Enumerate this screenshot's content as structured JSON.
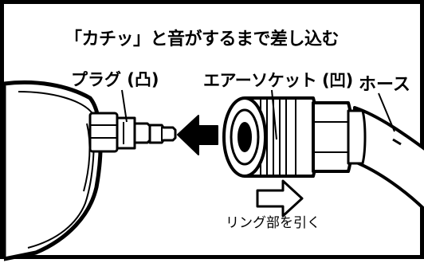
{
  "title": "「カチッ」と音がするまで差し込む",
  "labels": {
    "plug": "プラグ (凸)",
    "socket": "エアーソケット (凹)",
    "hose": "ホース",
    "pull_ring": "リング部を引く"
  }
}
